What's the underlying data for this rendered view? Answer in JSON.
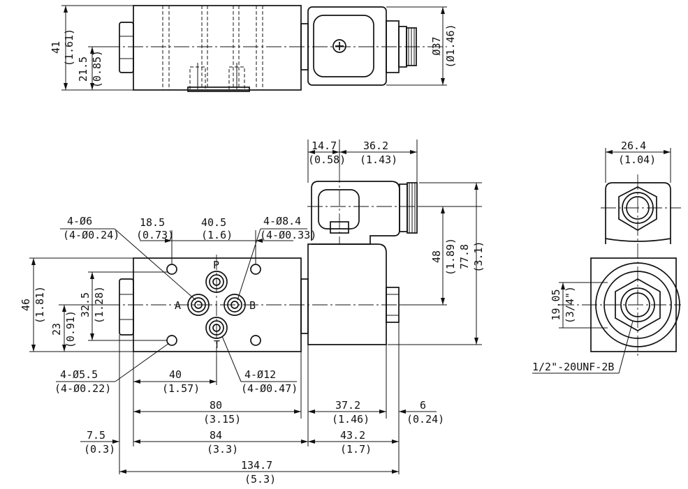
{
  "dims": {
    "top_41": "41",
    "top_41_in": "(1.61)",
    "top_21_5": "21.5",
    "top_21_5_in": "(0.85)",
    "top_d37": "Ø37",
    "top_d37_in": "(Ø1.46)",
    "d14_7": "14.7",
    "d14_7_in": "(0.58)",
    "d36_2": "36.2",
    "d36_2_in": "(1.43)",
    "d4_6": "4-Ø6",
    "d4_6_in": "(4-Ø0.24)",
    "d18_5": "18.5",
    "d18_5_in": "(0.73)",
    "d40_5": "40.5",
    "d40_5_in": "(1.6)",
    "d4_8_4": "4-Ø8.4",
    "d4_8_4_in": "(4-Ø0.33)",
    "d48": "48",
    "d48_in": "(1.89)",
    "d77_8": "77.8",
    "d77_8_in": "(3.1)",
    "d46": "46",
    "d46_in": "(1.81)",
    "d32_5": "32.5",
    "d32_5_in": "(1.28)",
    "d23": "23",
    "d23_in": "(0.91)",
    "d4_5_5": "4-Ø5.5",
    "d4_5_5_in": "(4-Ø0.22)",
    "d40": "40",
    "d40_in": "(1.57)",
    "d4_12": "4-Ø12",
    "d4_12_in": "(4-Ø0.47)",
    "d80": "80",
    "d80_in": "(3.15)",
    "d37_2": "37.2",
    "d37_2_in": "(1.46)",
    "d6": "6",
    "d6_in": "(0.24)",
    "d7_5": "7.5",
    "d7_5_in": "(0.3)",
    "d84": "84",
    "d84_in": "(3.3)",
    "d43_2": "43.2",
    "d43_2_in": "(1.7)",
    "d134_7": "134.7",
    "d134_7_in": "(5.3)",
    "d26_4": "26.4",
    "d26_4_in": "(1.04)",
    "d19_05": "19.05",
    "d19_05_in": "(3/4\")"
  },
  "ports": {
    "p": "P",
    "a": "A",
    "b": "B",
    "t": "T"
  },
  "thread_callout": "1/2\"-20UNF-2B"
}
